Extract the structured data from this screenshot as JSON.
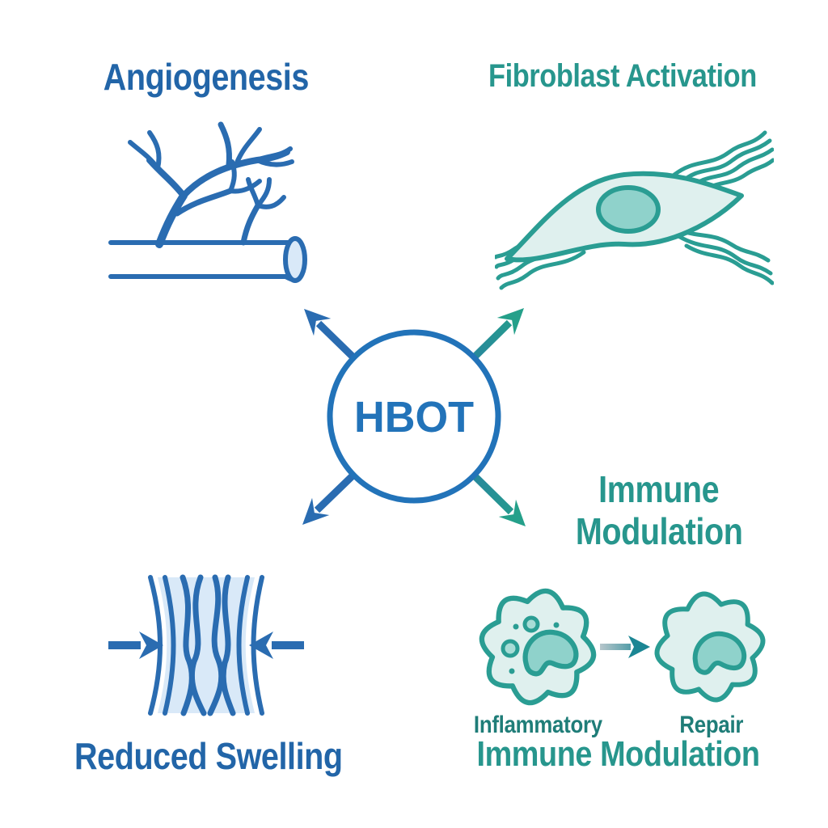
{
  "diagram": {
    "title_context": "HBOT mechanisms diagram",
    "hub": {
      "label": "HBOT"
    },
    "nodes": {
      "angiogenesis": {
        "label": "Angiogenesis"
      },
      "fibroblast": {
        "label": "Fibroblast Activation"
      },
      "immune_mid": {
        "line1": "Immune",
        "line2": "Modulation"
      },
      "reduced_swelling": {
        "label": "Reduced Swelling"
      },
      "immune_bottom": {
        "inflammatory_label": "Inflammatory",
        "repair_label": "Repair",
        "label": "Immune Modulation"
      }
    },
    "icons": [
      "blood-vessel-branching-icon",
      "fibroblast-cell-icon",
      "hbot-hub-circle",
      "radiating-arrow-icons",
      "compressed-vessel-icon",
      "inward-arrow-icons",
      "inflammatory-cell-icon",
      "repair-cell-icon",
      "transition-arrow-icon"
    ],
    "palette": {
      "blue_title": "#2265a8",
      "blue_stroke": "#2a6cb1",
      "hbot_blue": "#2273b9",
      "teal_title": "#27968d",
      "teal_stroke": "#2a9d93",
      "teal_dark_label": "#1f7d78",
      "arrow_teal": "#25a08a",
      "cell_fill": "#dff0ee",
      "nucleus_fill": "#8fd2cb",
      "light_blue_fill": "#d9e9f8",
      "background": "#ffffff"
    }
  }
}
